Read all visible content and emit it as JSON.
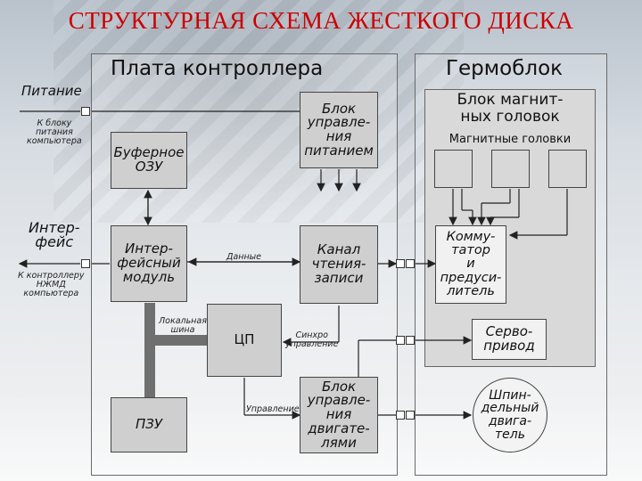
{
  "title": "СТРУКТУРНАЯ СХЕМА ЖЕСТКОГО ДИСКА",
  "controller": {
    "title": "Плата контроллера",
    "power_block": "Блок\nуправле-\nния\nпитанием",
    "buffer": "Буферное\nОЗУ",
    "interface_module": "Интер-\nфейсный\nмодуль",
    "rw_channel": "Канал\nчтения-\nзаписи",
    "cpu": "ЦП",
    "motor_block": "Блок\nуправле-\nния\nдвигате-\nлями",
    "rom": "ПЗУ",
    "label_data": "Данные",
    "label_local_bus": "Локальная\nшина",
    "label_sync": "Синхро\nуправление",
    "label_control": "Управление"
  },
  "hermoblock": {
    "title": "Гермоблок",
    "head_block": "Блок магнит-\nных головок",
    "heads_label": "Магнитные головки",
    "commutator": "Комму-\nтатор\nи\nпредуси-\nлитель",
    "servo": "Серво-\nпривод",
    "spindle": "Шпин-\nдельный\nдвига-\nтель"
  },
  "left": {
    "power": "Питание",
    "power_note": "К блоку\nпитания\nкомпьютера",
    "interface": "Интер-\nфейс",
    "interface_note": "К контроллеру\nНЖМД\nкомпьютера"
  }
}
